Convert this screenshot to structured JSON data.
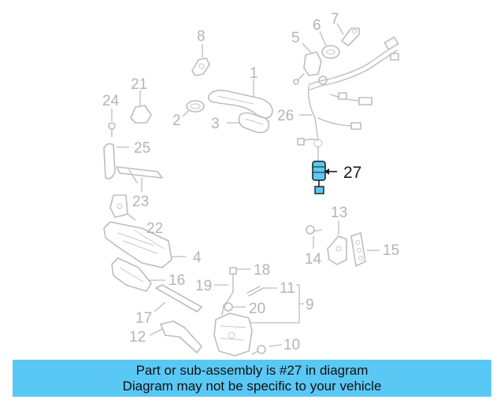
{
  "diagram": {
    "labels": [
      {
        "id": "1",
        "text": "1"
      },
      {
        "id": "2",
        "text": "2"
      },
      {
        "id": "3",
        "text": "3"
      },
      {
        "id": "4",
        "text": "4"
      },
      {
        "id": "5",
        "text": "5"
      },
      {
        "id": "6",
        "text": "6"
      },
      {
        "id": "7",
        "text": "7"
      },
      {
        "id": "8",
        "text": "8"
      },
      {
        "id": "9",
        "text": "9"
      },
      {
        "id": "10",
        "text": "10"
      },
      {
        "id": "11",
        "text": "11"
      },
      {
        "id": "12",
        "text": "12"
      },
      {
        "id": "13",
        "text": "13"
      },
      {
        "id": "14",
        "text": "14"
      },
      {
        "id": "15",
        "text": "15"
      },
      {
        "id": "16",
        "text": "16"
      },
      {
        "id": "17",
        "text": "17"
      },
      {
        "id": "18",
        "text": "18"
      },
      {
        "id": "19",
        "text": "19"
      },
      {
        "id": "20",
        "text": "20"
      },
      {
        "id": "21",
        "text": "21"
      },
      {
        "id": "22",
        "text": "22"
      },
      {
        "id": "23",
        "text": "23"
      },
      {
        "id": "24",
        "text": "24"
      },
      {
        "id": "25",
        "text": "25"
      },
      {
        "id": "26",
        "text": "26"
      },
      {
        "id": "27",
        "text": "27"
      }
    ],
    "highlight_part": "27",
    "highlight_color": "#5ac8f5",
    "part_color": "#bdbdbd",
    "label_color": "#b4b4b4"
  },
  "banner": {
    "line1": "Part or sub-assembly is #27 in diagram",
    "line2": "Diagram may not be specific to your vehicle",
    "background": "#5ac8f5"
  }
}
